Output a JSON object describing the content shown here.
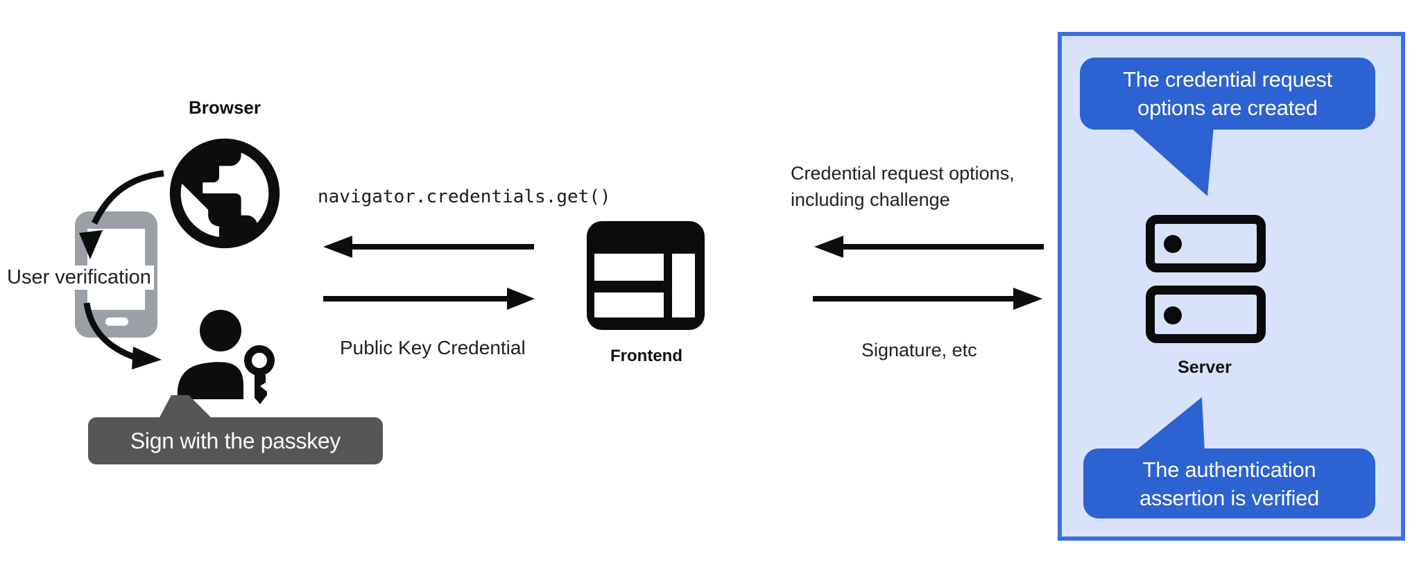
{
  "left": {
    "browser_label": "Browser",
    "user_verification_label": "User verification",
    "tooltip_label": "Sign with the passkey"
  },
  "middle": {
    "api_call": "navigator.credentials.get()",
    "return_label": "Public Key Credential",
    "frontend_label": "Frontend"
  },
  "right": {
    "request_line1": "Credential request options,",
    "request_line2": "including challenge",
    "response_label": "Signature, etc"
  },
  "server_panel": {
    "server_label": "Server",
    "top_note_line1": "The credential request",
    "top_note_line2": "options are created",
    "bottom_note_line1": "The authentication",
    "bottom_note_line2": "assertion is verified"
  },
  "icons": {
    "browser": "globe-icon",
    "user_device": "smartphone-icon",
    "user": "person-icon",
    "passkey": "key-icon",
    "frontend": "browser-window-icon",
    "server": "server-stack-icon"
  },
  "colors": {
    "bubble_blue": "#2d62d3",
    "box_border_blue": "#3e6fe1",
    "box_fill_blue": "#d8e2fb",
    "phone_gray": "#9aa0a6",
    "tooltip_gray": "#565658",
    "ink": "#0d0d0d"
  }
}
